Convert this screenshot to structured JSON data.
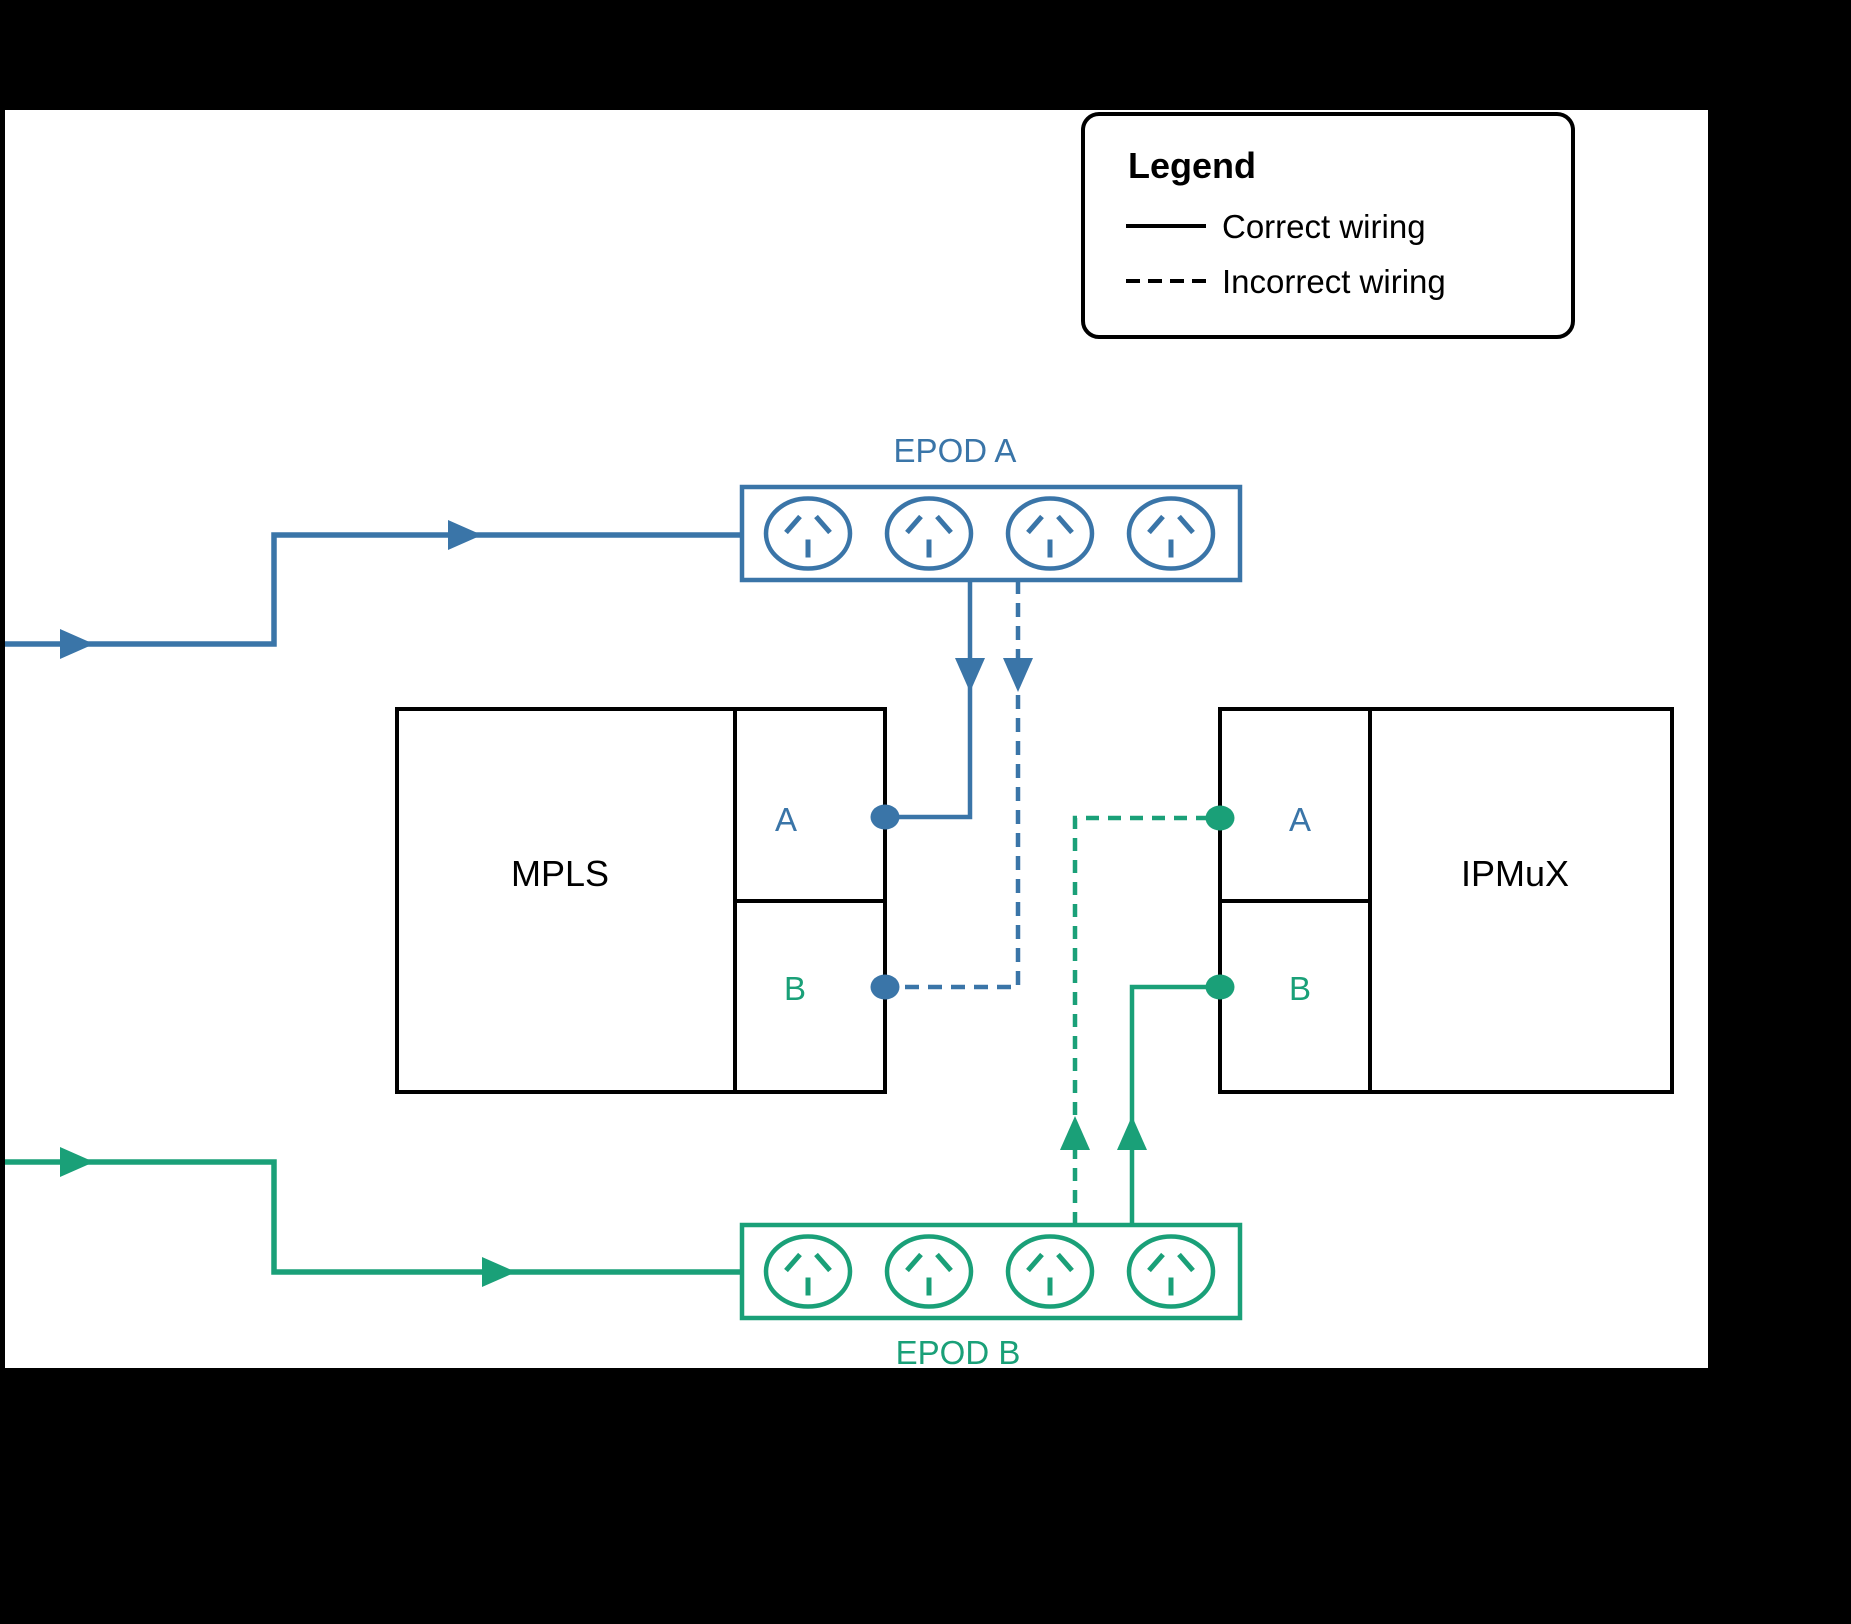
{
  "page": {
    "background": "#000000",
    "canvas_background": "#FFFFFF"
  },
  "legend": {
    "title": "Legend",
    "correct_label": "Correct wiring",
    "incorrect_label": "Incorrect wiring"
  },
  "devices": {
    "epod_a": {
      "label": "EPOD A",
      "outlet_count": 4
    },
    "epod_b": {
      "label": "EPOD B",
      "outlet_count": 4
    },
    "mpls": {
      "label": "MPLS",
      "port_a_label": "A",
      "port_b_label": "B"
    },
    "ipmux": {
      "label": "IPMuX",
      "port_a_label": "A",
      "port_b_label": "B"
    }
  },
  "colors": {
    "blue": "#3A75A8",
    "green": "#1AA078",
    "black": "#000000",
    "white": "#FFFFFF"
  },
  "icons": {
    "outlet": "power-outlet-icon"
  },
  "connections": [
    {
      "from": "left power feed (top)",
      "to": "EPOD A",
      "color": "blue",
      "style": "solid",
      "meaning": "correct wiring"
    },
    {
      "from": "left power feed (bottom)",
      "to": "EPOD B",
      "color": "green",
      "style": "solid",
      "meaning": "correct wiring"
    },
    {
      "from": "EPOD A",
      "to": "MPLS port A",
      "color": "blue",
      "style": "solid",
      "meaning": "correct wiring"
    },
    {
      "from": "EPOD A",
      "to": "MPLS port B",
      "color": "blue",
      "style": "dashed",
      "meaning": "incorrect wiring"
    },
    {
      "from": "EPOD B",
      "to": "IPMuX port B",
      "color": "green",
      "style": "solid",
      "meaning": "correct wiring"
    },
    {
      "from": "EPOD B",
      "to": "IPMuX port A",
      "color": "green",
      "style": "dashed",
      "meaning": "incorrect wiring"
    }
  ]
}
